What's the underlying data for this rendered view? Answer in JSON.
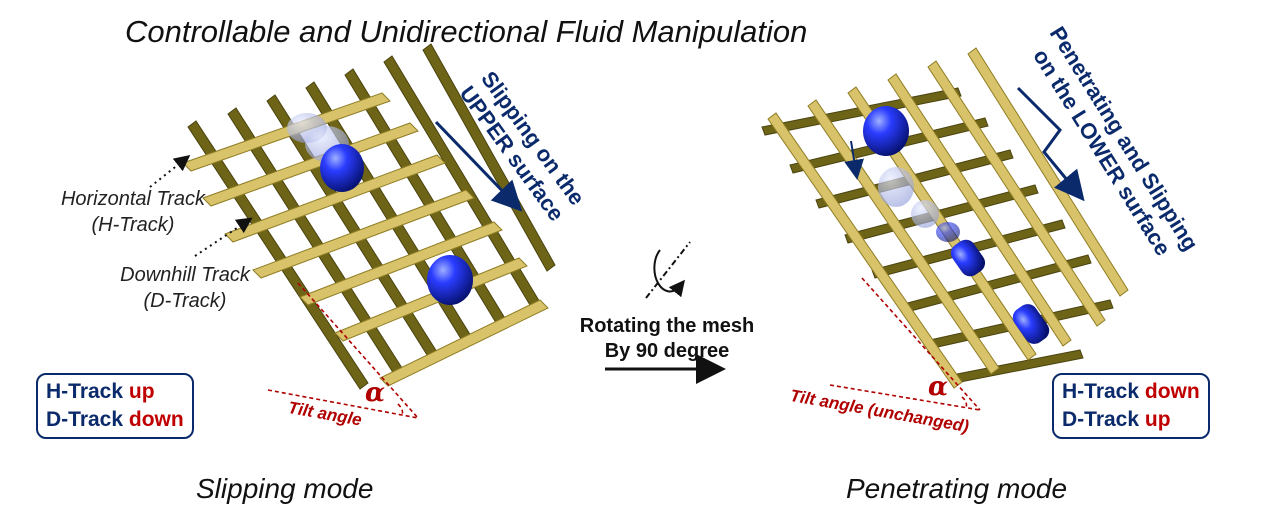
{
  "title": "Controllable and Unidirectional Fluid Manipulation",
  "left": {
    "mode_label": "Slipping mode",
    "callout_h_line1": "Horizontal Track",
    "callout_h_line2": "(H-Track)",
    "callout_d_line1": "Downhill Track",
    "callout_d_line2": "(D-Track)",
    "arrow_line1": "Slipping on the",
    "arrow_line2": "UPPER surface",
    "alpha": "α",
    "tilt_label": "Tilt angle",
    "state": {
      "h_key": "H-Track",
      "h_val": "up",
      "d_key": "D-Track",
      "d_val": "down"
    }
  },
  "middle": {
    "rotate_line1": "Rotating the mesh",
    "rotate_line2": "By 90 degree"
  },
  "right": {
    "mode_label": "Penetrating mode",
    "arrow_line1": "Penetrating and Slipping",
    "arrow_line2": "on the LOWER surface",
    "alpha": "α",
    "tilt_label": "Tilt angle (unchanged)",
    "state": {
      "h_key": "H-Track",
      "h_val": "down",
      "d_key": "D-Track",
      "d_val": "up"
    }
  },
  "colors": {
    "track_light": "#d8c26a",
    "track_dark": "#6e6418",
    "droplet": "#1428d8",
    "navy": "#0b2a6b",
    "red": "#c00000"
  }
}
